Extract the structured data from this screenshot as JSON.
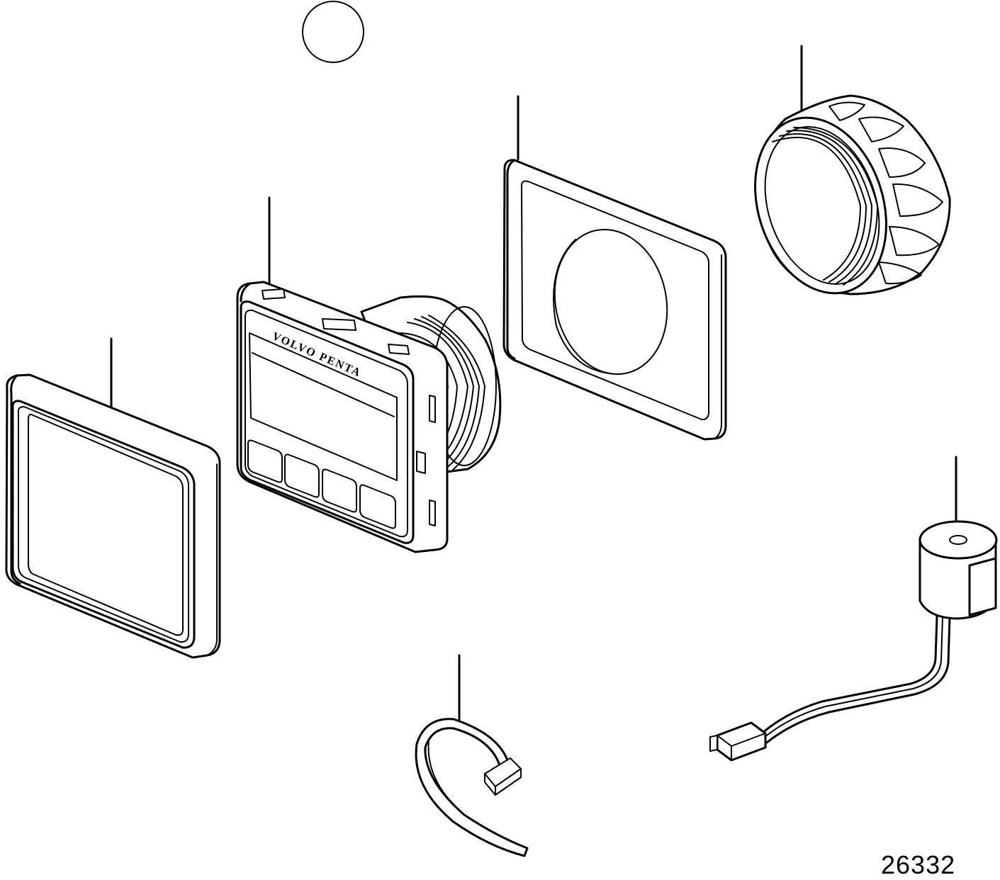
{
  "figure_number": "26332",
  "brand_label": "VOLVO PENTA",
  "parts": [
    {
      "id": "callout-circle"
    },
    {
      "id": "bezel-frame"
    },
    {
      "id": "display-unit"
    },
    {
      "id": "mounting-gasket"
    },
    {
      "id": "threaded-nut"
    },
    {
      "id": "cable-tie"
    },
    {
      "id": "buzzer-with-cable"
    }
  ]
}
